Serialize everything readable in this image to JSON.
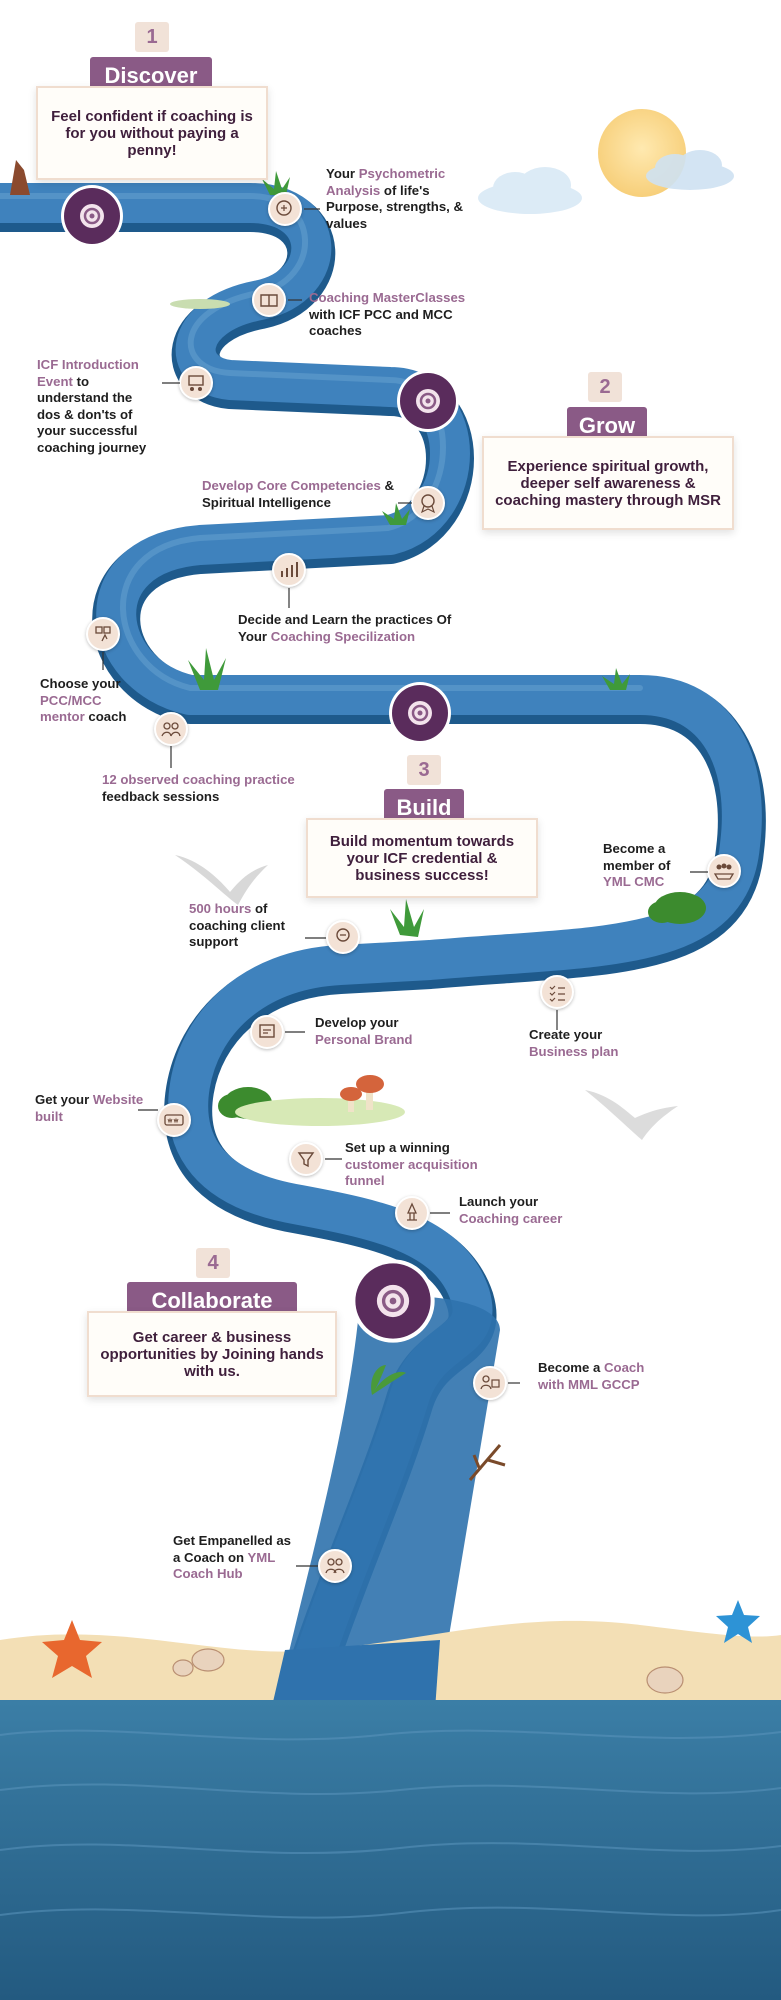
{
  "stages": [
    {
      "number": "1",
      "title": "Discover",
      "description": "Feel confident if coaching is for you without paying a penny!"
    },
    {
      "number": "2",
      "title": "Grow",
      "description": "Experience spiritual growth, deeper self awareness & coaching mastery through MSR"
    },
    {
      "number": "3",
      "title": "Build",
      "description": "Build momentum towards your ICF credential & business success!"
    },
    {
      "number": "4",
      "title": "Collaborate",
      "description": "Get career & business opportunities by Joining hands with us."
    }
  ],
  "steps": [
    {
      "pre": "Your ",
      "hl": "Psychometric Analysis",
      "post": " of life's Purpose, strengths, & values"
    },
    {
      "pre": "",
      "hl": "Coaching MasterClasses",
      "post": " with ICF PCC and MCC coaches"
    },
    {
      "pre": "",
      "hl": "ICF Introduction Event",
      "post": " to understand the dos & don'ts of your successful coaching journey"
    },
    {
      "pre": "",
      "hl": "Develop Core Competencies",
      "post": " & Spiritual Intelligence"
    },
    {
      "pre": "Decide and Learn the practices Of Your ",
      "hl": "Coaching Specilization",
      "post": ""
    },
    {
      "pre": "Choose your ",
      "hl": "PCC/MCC mentor",
      "post": " coach"
    },
    {
      "pre": "",
      "hl": "12 observed coaching practice",
      "post": " feedback sessions"
    },
    {
      "pre": "Become a member of ",
      "hl": "YML CMC",
      "post": ""
    },
    {
      "pre": "",
      "hl": "500 hours",
      "post": " of coaching client support"
    },
    {
      "pre": "Develop your ",
      "hl": "Personal Brand",
      "post": ""
    },
    {
      "pre": "Create your ",
      "hl": "Business plan",
      "post": ""
    },
    {
      "pre": "Get your ",
      "hl": "Website built",
      "post": ""
    },
    {
      "pre": "Set up a winning ",
      "hl": "customer acquisition funnel",
      "post": ""
    },
    {
      "pre": "Launch your ",
      "hl": "Coaching career",
      "post": ""
    },
    {
      "pre": "Become a ",
      "hl": "Coach with MML GCCP",
      "post": ""
    },
    {
      "pre": "Get Empanelled as a Coach on ",
      "hl": "YML Coach Hub",
      "post": ""
    }
  ],
  "colors": {
    "river": "#3a7ab4",
    "river_dark": "#1f5f93",
    "accent": "#8a5a86",
    "highlight": "#9a6a92",
    "badge": "#f1e2d8",
    "sand": "#f3dfb5",
    "sea": "#2f6e95"
  }
}
